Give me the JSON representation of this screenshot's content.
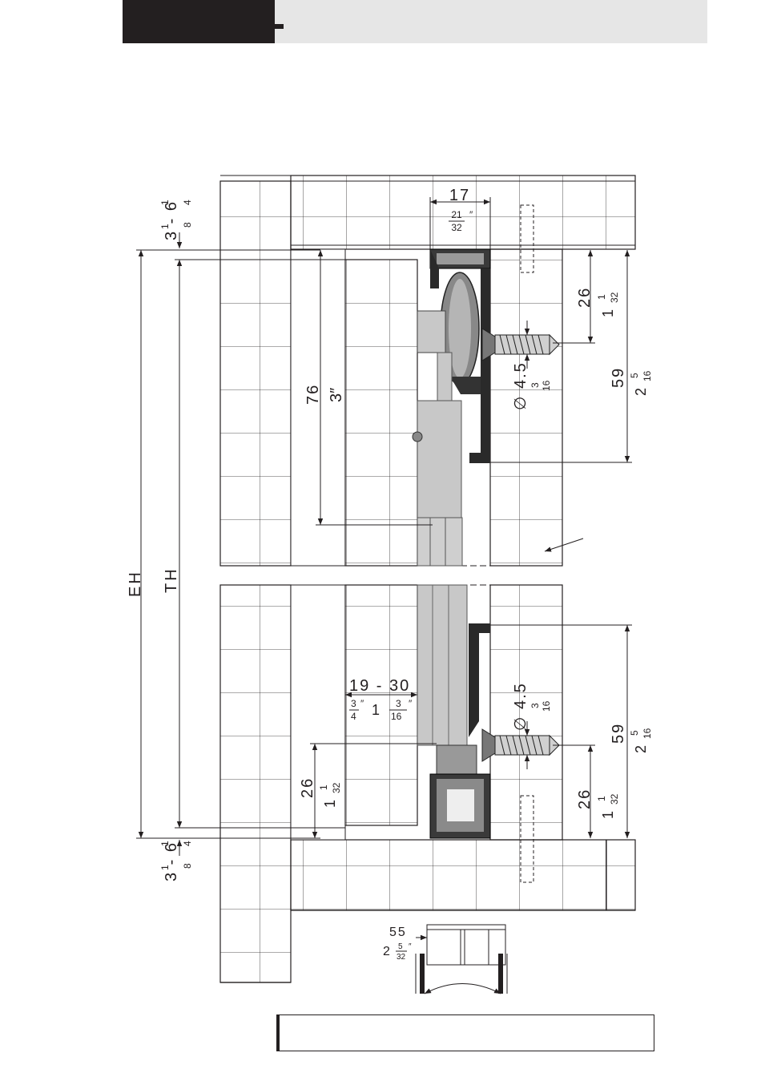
{
  "labels": {
    "d17": "17",
    "d17_frac_num": "21",
    "d17_frac_den": "32",
    "in_mark": "″",
    "top_gap": "3 - 6",
    "top_gap_a": "1",
    "top_gap_a_den": "8",
    "top_gap_b_num": "1",
    "top_gap_b_den": "4",
    "d76": "76",
    "d76_in": "3″",
    "d26": "26",
    "d26_whole": "1",
    "d26_num": "1",
    "d26_den": "32",
    "d59": "59",
    "d59_whole": "2",
    "d59_num": "5",
    "d59_den": "16",
    "dia": "∅ 4.5",
    "dia_num": "3",
    "dia_den": "16",
    "eh": "EH",
    "th": "TH",
    "d1930": "19 - 30",
    "d1930_a_num": "3",
    "d1930_a_den": "4",
    "d1930_b_whole": "1",
    "d1930_b_num": "3",
    "d1930_b_den": "16",
    "d55": "55",
    "d55_whole": "2",
    "d55_num": "5",
    "d55_den": "32"
  }
}
